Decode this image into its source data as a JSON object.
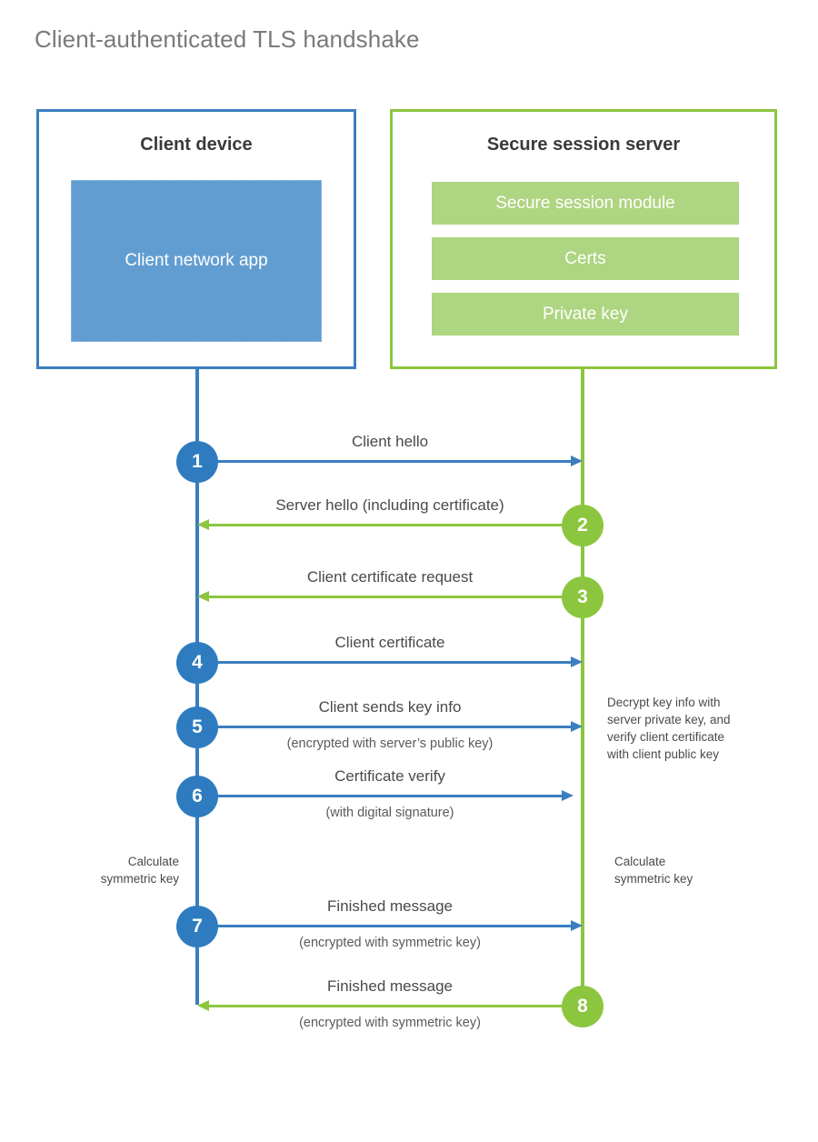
{
  "title": "Client-authenticated TLS handshake",
  "parties": {
    "client": {
      "title": "Client device",
      "app_label": "Client network app",
      "border_color": "#3b7ebf",
      "app_fill": "#629dd1"
    },
    "server": {
      "title": "Secure session server",
      "border_color": "#8cc63f",
      "bar_fill": "#aed581",
      "modules": [
        {
          "label": "Secure session module"
        },
        {
          "label": "Certs"
        },
        {
          "label": "Private key"
        }
      ]
    }
  },
  "colors": {
    "blue": "#3b7ebf",
    "blue_circle": "#2e7cbf",
    "green": "#8cc63f",
    "title_gray": "#7a7a7a",
    "text_gray": "#4a4a4a"
  },
  "steps": [
    {
      "number": "1",
      "direction": "client-to-server",
      "label": "Client hello",
      "sub_label": ""
    },
    {
      "number": "2",
      "direction": "server-to-client",
      "label": "Server hello (including certificate)",
      "sub_label": ""
    },
    {
      "number": "3",
      "direction": "server-to-client",
      "label": "Client certificate request",
      "sub_label": ""
    },
    {
      "number": "4",
      "direction": "client-to-server",
      "label": "Client certificate",
      "sub_label": ""
    },
    {
      "number": "5",
      "direction": "client-to-server",
      "label": "Client sends key info",
      "sub_label": "(encrypted with server’s public key)"
    },
    {
      "number": "6",
      "direction": "client-to-server",
      "label": "Certificate verify",
      "sub_label": "(with digital signature)"
    },
    {
      "number": "7",
      "direction": "client-to-server",
      "label": "Finished message",
      "sub_label": "(encrypted with symmetric key)"
    },
    {
      "number": "8",
      "direction": "server-to-client",
      "label": "Finished message",
      "sub_label": "(encrypted with symmetric key)"
    }
  ],
  "annotations": {
    "server_decrypt": "Decrypt key info with\nserver private key, and\nverify client certificate\nwith client public key",
    "client_calculate": "Calculate\nsymmetric key",
    "server_calculate": "Calculate\nsymmetric key"
  }
}
